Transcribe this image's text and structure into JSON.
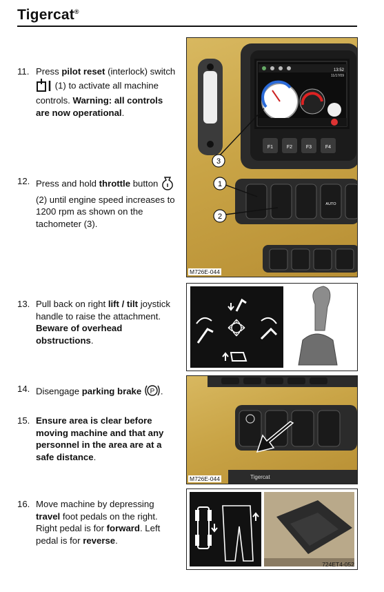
{
  "header": {
    "brand": "Tigercat",
    "mark": "®"
  },
  "steps": [
    {
      "num": "11.",
      "parts": [
        {
          "t": "Press "
        },
        {
          "t": "pilot reset",
          "b": true
        },
        {
          "t": " (interlock) switch "
        },
        {
          "icon": "pilot-reset-switch-icon"
        },
        {
          "t": " (1) to activate all machine controls.  "
        },
        {
          "t": "Warning: all controls are now operational",
          "b": true
        },
        {
          "t": "."
        }
      ]
    },
    {
      "num": "12.",
      "parts": [
        {
          "t": "Press and hold "
        },
        {
          "t": "throttle",
          "b": true
        },
        {
          "t": " button "
        },
        {
          "icon": "throttle-button-icon"
        },
        {
          "t": " (2) until engine speed increases to 1200 rpm as shown on the tachometer (3)."
        }
      ]
    },
    {
      "num": "13.",
      "parts": [
        {
          "t": "Pull back on right "
        },
        {
          "t": "lift / tilt",
          "b": true
        },
        {
          "t": " joystick handle to raise the attachment. "
        },
        {
          "t": "Beware of overhead obstructions",
          "b": true
        },
        {
          "t": "."
        }
      ]
    },
    {
      "num": "14.",
      "parts": [
        {
          "t": "Disengage "
        },
        {
          "t": "parking brake",
          "b": true
        },
        {
          "t": " "
        },
        {
          "icon": "parking-brake-icon"
        },
        {
          "t": "."
        }
      ]
    },
    {
      "num": "15.",
      "parts": [
        {
          "t": "Ensure area is clear before moving machine and that any personnel in the area are at a safe distance",
          "b": true
        },
        {
          "t": "."
        }
      ]
    },
    {
      "num": "16.",
      "parts": [
        {
          "t": "Move machine by depressing "
        },
        {
          "t": "travel",
          "b": true
        },
        {
          "t": " foot pedals on the right. Right pedal is for "
        },
        {
          "t": "forward",
          "b": true
        },
        {
          "t": ". Left pedal is for "
        },
        {
          "t": "reverse",
          "b": true
        },
        {
          "t": "."
        }
      ]
    }
  ],
  "images": {
    "dash": {
      "code": "M726E-044",
      "callouts": [
        "1",
        "2",
        "3"
      ],
      "time": "13:52",
      "date": "11/17/09",
      "fkeys": [
        "F1",
        "F2",
        "F3",
        "F4"
      ],
      "auto_label": "AUTO"
    },
    "brake": {
      "code": "M726E-044",
      "brand_text": "Tigercat"
    },
    "pedals": {
      "code": "724ET4-052"
    }
  },
  "colors": {
    "panel_yellow": "#c9a446",
    "panel_dark": "#2a2a2a"
  }
}
